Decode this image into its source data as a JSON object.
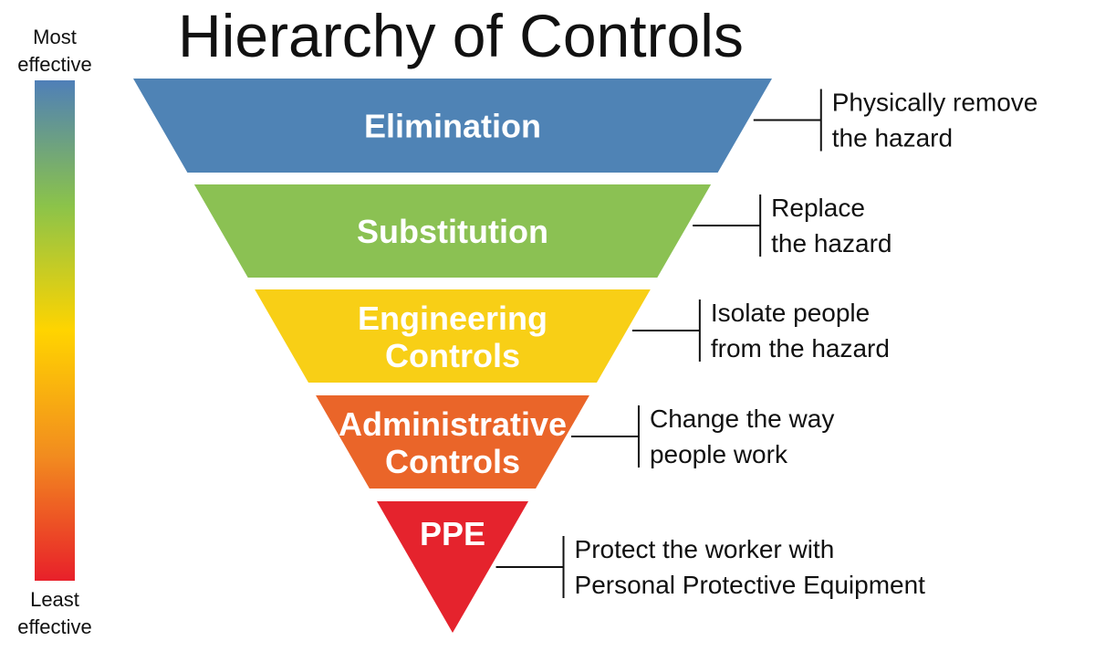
{
  "title": "Hierarchy of Controls",
  "effectiveness_scale": {
    "top_label_line1": "Most",
    "top_label_line2": "effective",
    "bottom_label_line1": "Least",
    "bottom_label_line2": "effective",
    "gradient_colors": [
      "#4f7fb8",
      "#8bc34a",
      "#ffd400",
      "#f28c1f",
      "#e8202a"
    ]
  },
  "levels": [
    {
      "name_lines": [
        "Elimination"
      ],
      "description_lines": [
        "Physically remove",
        "the hazard"
      ],
      "color": "#4f83b5"
    },
    {
      "name_lines": [
        "Substitution"
      ],
      "description_lines": [
        "Replace",
        "the hazard"
      ],
      "color": "#8bc153"
    },
    {
      "name_lines": [
        "Engineering",
        "Controls"
      ],
      "description_lines": [
        "Isolate people",
        "from the hazard"
      ],
      "color": "#f8cf16"
    },
    {
      "name_lines": [
        "Administrative",
        "Controls"
      ],
      "description_lines": [
        "Change the way",
        "people work"
      ],
      "color": "#ea6529"
    },
    {
      "name_lines": [
        "PPE"
      ],
      "description_lines": [
        "Protect the worker with",
        "Personal Protective Equipment"
      ],
      "color": "#e5232d"
    }
  ]
}
